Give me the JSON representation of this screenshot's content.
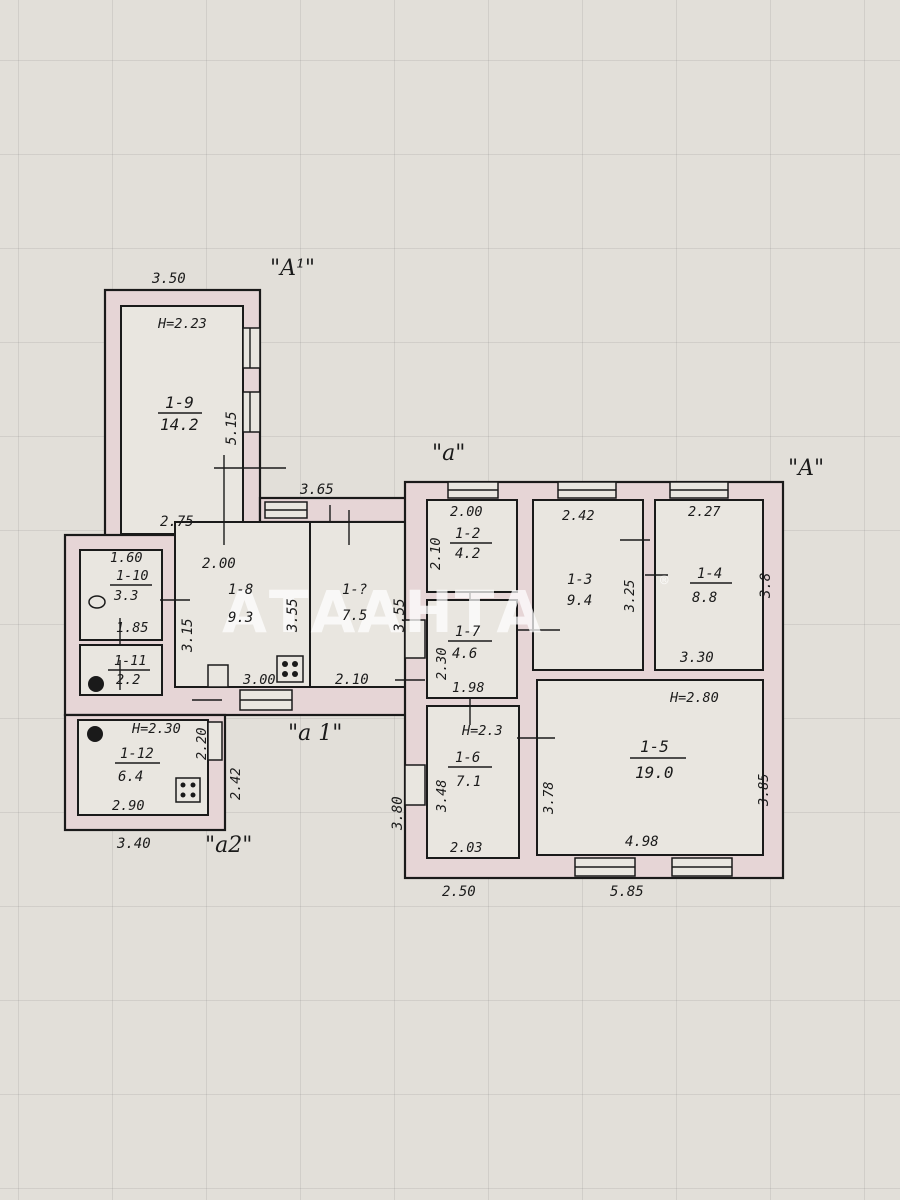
{
  "watermark": "АТААНТА",
  "watermark_mark": "®",
  "labels": {
    "A1": "\"A¹\"",
    "a": "\"a\"",
    "A": "\"A\"",
    "a1": "\"a 1\"",
    "a2": "\"a2\""
  },
  "rooms": {
    "r19": {
      "code": "1-9",
      "area": "14.2"
    },
    "r12": {
      "code": "1-2",
      "area": "4.2"
    },
    "r13": {
      "code": "1-3",
      "area": "9.4"
    },
    "r14": {
      "code": "1-4",
      "area": "8.8"
    },
    "r110": {
      "code": "1-10",
      "area": "3.3"
    },
    "r18": {
      "code": "1-8",
      "area": "9.3"
    },
    "r1x": {
      "code": "1-?",
      "area": "7.5"
    },
    "r17": {
      "code": "1-7",
      "area": "4.6"
    },
    "r111": {
      "code": "1-11",
      "area": "2.2"
    },
    "r112": {
      "code": "1-12",
      "area": "6.4"
    },
    "r16": {
      "code": "1-6",
      "area": "7.1"
    },
    "r15": {
      "code": "1-5",
      "area": "19.0"
    }
  },
  "heights": {
    "h1": "H=2.23",
    "h2": "H=2.80",
    "h3": "H=2.30",
    "h4": "H=2.3"
  },
  "dims": {
    "d350": "3.50",
    "d515": "5.15",
    "d275": "2.75",
    "d200a": "2.00",
    "d365": "3.65",
    "d200b": "2.00",
    "d242": "2.42",
    "d227": "2.27",
    "d210a": "2.10",
    "d355a": "3.55",
    "d355b": "3.55",
    "d325": "3.25",
    "d38": "3.8",
    "d160": "1.60",
    "d315": "3.15",
    "d185": "1.85",
    "d230": "2.30",
    "d330": "3.30",
    "d198": "1.98",
    "d300": "3.00",
    "d210b": "2.10",
    "d220": "2.20",
    "d242b": "2.42",
    "d290": "2.90",
    "d340": "3.40",
    "d348": "3.48",
    "d378": "3.78",
    "d385": "3.85",
    "d380": "3.80",
    "d203": "2.03",
    "d498": "4.98",
    "d250": "2.50",
    "d585": "5.85"
  }
}
